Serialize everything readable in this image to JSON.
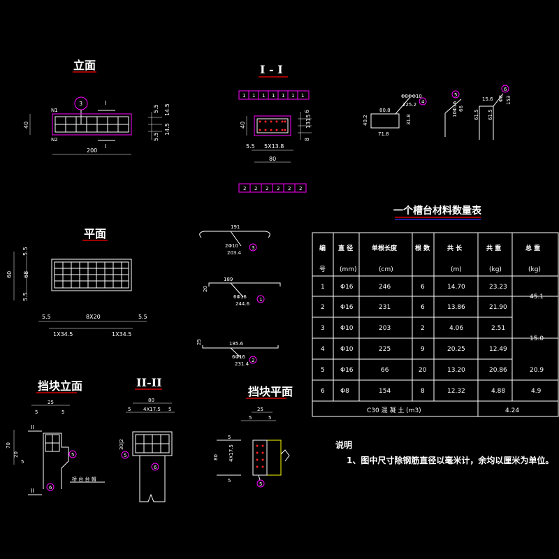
{
  "titles": {
    "elevation": "立面",
    "section_1": "I - I",
    "plan": "平面",
    "table_title": "一个槽台材料数量表",
    "block_elevation": "挡块立面",
    "section_2": "II-II",
    "block_plan": "挡块平面"
  },
  "elevation": {
    "marker": "3",
    "section_mark": "I",
    "n1": "N1",
    "n2": "N2",
    "h40": "40",
    "w200": "200",
    "d55a": "5.5",
    "d55b": "5.5",
    "d145a": "14.5",
    "d145b": "14.5"
  },
  "section1": {
    "top_cells": [
      "1",
      "1",
      "1",
      "1",
      "1",
      "1",
      "1"
    ],
    "bot_cells": [
      "2",
      "2",
      "2",
      "2",
      "2",
      "2"
    ],
    "h40": "40",
    "d55": "5.5",
    "d5x138": "5X13.8",
    "w80": "80",
    "r6": "6",
    "r1315": "1315",
    "r8": "8"
  },
  "bars_top": {
    "b4_spec": "Φ8ΦΦ10",
    "b4_len": "225.2",
    "b4_circle": "4",
    "b4_w": "80.8",
    "b4_h": "40.2",
    "b4_bot": "71.8",
    "b4_side": "31.8",
    "b5_circle": "5",
    "b5_spec": "10Φ16",
    "b5_len": "66",
    "b6_circle": "6",
    "b6_top": "15.6",
    "b6_spec": "Φ8",
    "b6_len": "153",
    "b6_a": "61.5",
    "b6_b": "61.5"
  },
  "plan": {
    "d55a": "5.5",
    "d55b": "5.5",
    "h60": "60",
    "h68": "68",
    "b55a": "5.5",
    "b8x20": "8X20",
    "b55b": "5.5",
    "l1x345": "1X34.5",
    "r1x345": "1X34.5"
  },
  "bars_mid": {
    "b3_top": "191",
    "b3_spec": "2Φ10",
    "b3_len": "203.4",
    "b3_circle": "3",
    "b1_top": "189",
    "b1_side": "20",
    "b1_spec": "6Φ16",
    "b1_len": "244.6",
    "b1_circle": "1",
    "b2_top": "185.6",
    "b2_side": "25",
    "b2_spec": "6Φ16",
    "b2_len": "231.4",
    "b2_circle": "2"
  },
  "table": {
    "headers_top": [
      "编",
      "直 径",
      "单根长度",
      "根 数",
      "共 长",
      "共 重",
      "总 重"
    ],
    "headers_bot": [
      "号",
      "(mm)",
      "(cm)",
      "",
      "(m)",
      "(kg)",
      "(kg)"
    ],
    "rows": [
      [
        "1",
        "Φ16",
        "246",
        "6",
        "14.70",
        "23.23"
      ],
      [
        "2",
        "Φ16",
        "231",
        "6",
        "13.86",
        "21.90"
      ],
      [
        "3",
        "Φ10",
        "203",
        "2",
        "4.06",
        "2.51"
      ],
      [
        "4",
        "Φ10",
        "225",
        "9",
        "20.25",
        "12.49"
      ],
      [
        "5",
        "Φ16",
        "66",
        "20",
        "13.20",
        "20.86"
      ],
      [
        "6",
        "Φ8",
        "154",
        "8",
        "12.32",
        "4.88"
      ]
    ],
    "totals": [
      "45.1",
      "15.0",
      "20.9",
      "4.9"
    ],
    "concrete_label": "C30 混 凝 土 (m3)",
    "concrete_value": "4.24"
  },
  "block_elev": {
    "d25": "25",
    "d5a": "5",
    "d5b": "5",
    "mark": "II",
    "h70": "70",
    "h20": "20",
    "h5": "5",
    "circle5": "5",
    "circle6": "6",
    "label": "桥 台 台 帽"
  },
  "section2": {
    "w80": "80",
    "d5a": "5",
    "d4x175": "4X17.5",
    "d5b": "5",
    "h30": "30|2",
    "circle5": "5",
    "circle6": "6"
  },
  "block_plan": {
    "d25": "25",
    "d5a": "5",
    "d5b": "5",
    "h80": "80",
    "h4x175": "4X17.5",
    "d5c": "5",
    "d5d": "5",
    "circle5": "5"
  },
  "notes": {
    "heading": "说明",
    "line1": "1、图中尺寸除钢筋直径以毫米计，余均以厘米为单位。"
  }
}
